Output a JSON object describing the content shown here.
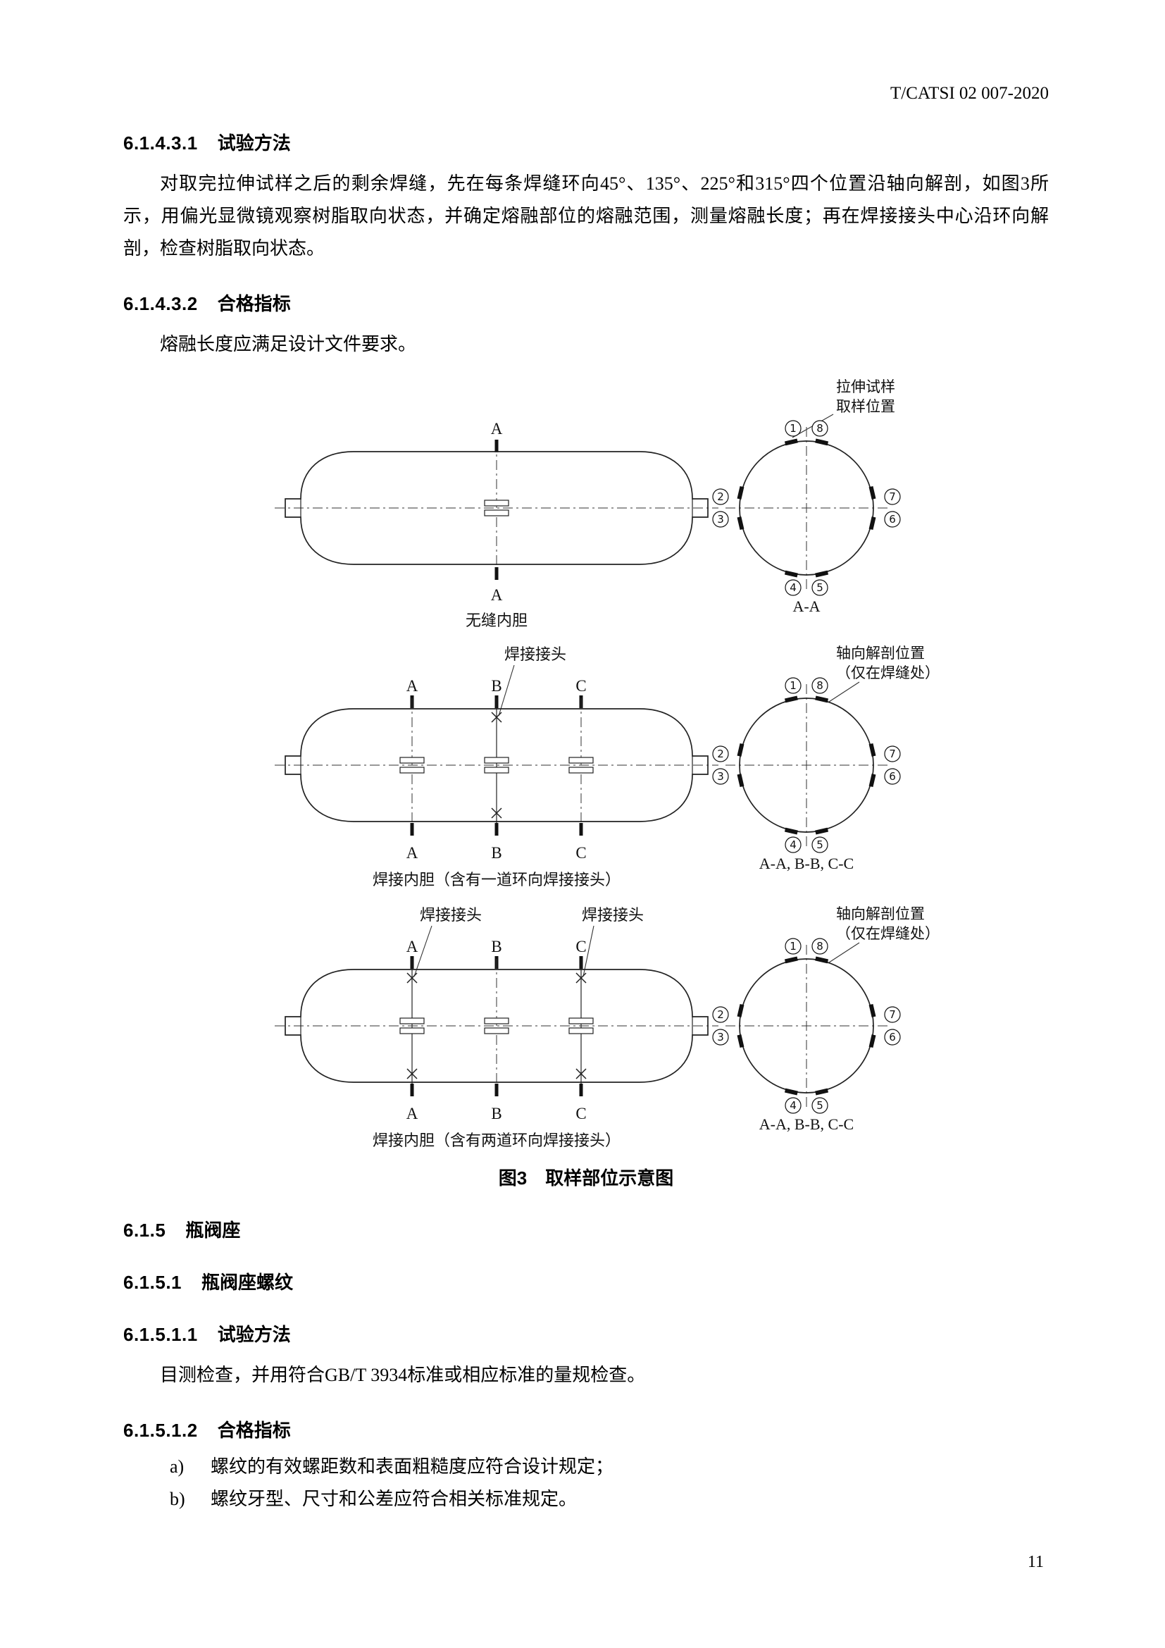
{
  "header": {
    "doc_number": "T/CATSI 02 007-2020"
  },
  "content": {
    "s1": {
      "number": "6.1.4.3.1",
      "title": "试验方法"
    },
    "p1": "对取完拉伸试样之后的剩余焊缝，先在每条焊缝环向45°、135°、225°和315°四个位置沿轴向解剖，如图3所示，用偏光显微镜观察树脂取向状态，并确定熔融部位的熔融范围，测量熔融长度；再在焊接接头中心沿环向解剖，检查树脂取向状态。",
    "s2": {
      "number": "6.1.4.3.2",
      "title": "合格指标"
    },
    "p2": "熔融长度应满足设计文件要求。",
    "s3": {
      "number": "6.1.5",
      "title": "瓶阀座"
    },
    "s4": {
      "number": "6.1.5.1",
      "title": "瓶阀座螺纹"
    },
    "s5": {
      "number": "6.1.5.1.1",
      "title": "试验方法"
    },
    "p3": "目测检查，并用符合GB/T 3934标准或相应标准的量规检查。",
    "s6": {
      "number": "6.1.5.1.2",
      "title": "合格指标"
    },
    "list": [
      {
        "marker": "a)",
        "text": "螺纹的有效螺距数和表面粗糙度应符合设计规定；"
      },
      {
        "marker": "b)",
        "text": "螺纹牙型、尺寸和公差应符合相关标准规定。"
      }
    ]
  },
  "figure": {
    "caption": "图3　取样部位示意图",
    "letters": {
      "a": "A",
      "b": "B",
      "c": "C"
    },
    "position_numbers": {
      "p1": "1",
      "p2": "2",
      "p3": "3",
      "p4": "4",
      "p5": "5",
      "p6": "6",
      "p7": "7",
      "p8": "8"
    },
    "row1": {
      "annotation_line1": "拉伸试样",
      "annotation_line2": "取样位置",
      "vessel_label": "无缝内胆",
      "circle_label": "A-A"
    },
    "row2": {
      "weld_label": "焊接接头",
      "annotation_line1": "轴向解剖位置",
      "annotation_line2": "（仅在焊缝处）",
      "vessel_label": "焊接内胆（含有一道环向焊接接头）",
      "circle_label": "A-A, B-B, C-C"
    },
    "row3": {
      "weld_labels": [
        "焊接接头",
        "焊接接头"
      ],
      "annotation_line1": "轴向解剖位置",
      "annotation_line2": "（仅在焊缝处）",
      "vessel_label": "焊接内胆（含有两道环向焊接接头）",
      "circle_label": "A-A, B-B, C-C"
    }
  },
  "footer": {
    "page_number": "11"
  }
}
